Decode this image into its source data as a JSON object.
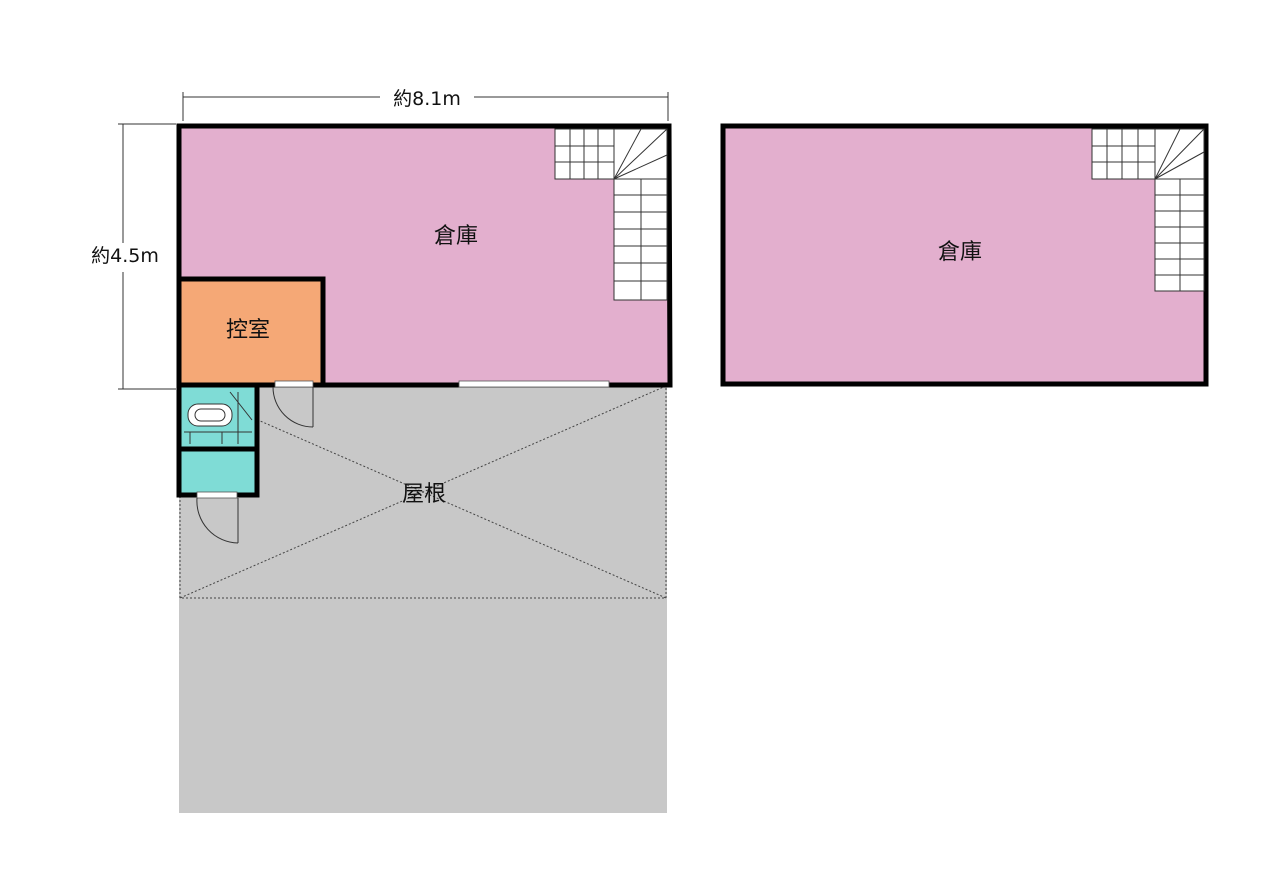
{
  "floor1": {
    "dim_width": "約8.1m",
    "dim_height": "約4.5m",
    "rooms": {
      "warehouse": "倉庫",
      "office": "控室",
      "roof": "屋根"
    }
  },
  "floor2": {
    "rooms": {
      "warehouse": "倉庫"
    }
  },
  "colors": {
    "warehouse": "#e3afce",
    "office": "#f5a876",
    "wet_area": "#7fdcd6",
    "roof": "#c8c8c8",
    "wall": "#000000"
  }
}
